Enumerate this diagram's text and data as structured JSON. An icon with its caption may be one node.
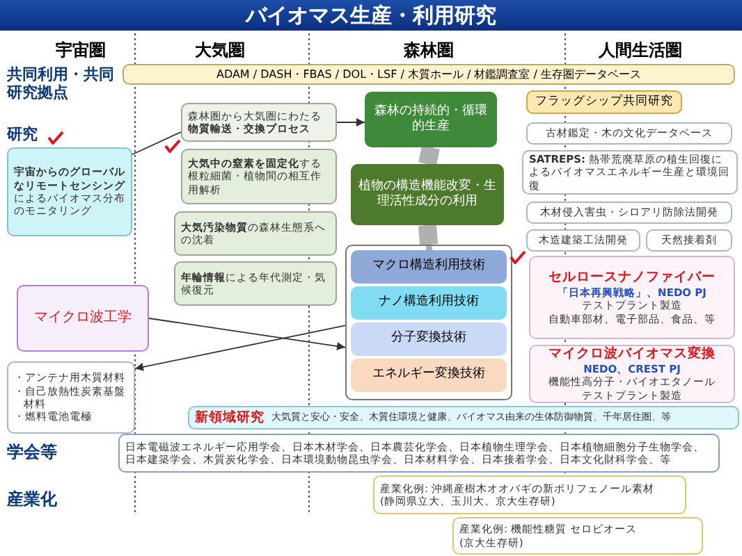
{
  "diagram": {
    "title": "バイオマス生産・利用研究",
    "nodes": [
      {
        "text": [
          "ADAM / DASH・FBAS / DOL・LSF / 木質ホール / 材鑑調査室 / 生存圏データベース"
        ]
      },
      {
        "text": [
          "フラッグシップ共同研究"
        ]
      },
      {
        "text": [
          "森林圏から大気圏にわたる**物質輸送・交換プロセス**"
        ]
      },
      {
        "text": [
          "森林の持続的・循環的生産"
        ]
      },
      {
        "text": [
          "**宇宙からのグローバルなリモートセンシング**によるバイオマス分布のモニタリング"
        ]
      },
      {
        "text": [
          "**大気中の窒素を固定化**する根粒細菌・植物間の相互作用解析"
        ]
      },
      {
        "text": [
          "植物の構造機能改変・生理活性成分の利用"
        ]
      },
      {
        "text": [
          "古材鑑定・木の文化データベース"
        ]
      },
      {
        "text": [
          "**SATREPS:** 熱帯荒廃草原の植生回復によるバイオマスエネルギー生産と環境回復"
        ]
      },
      {
        "text": [
          "木材侵入害虫・シロアリ防除法開発"
        ]
      },
      {
        "text": [
          "**大気汚染物質**の森林生態系への沈着"
        ]
      },
      {
        "text": [
          "木造建築工法開発"
        ]
      },
      {
        "text": [
          "天然接着剤"
        ]
      },
      {
        "text": [
          "**年輪情報**による年代測定・気候復元"
        ]
      },
      {
        "text": [],
        "shape": "box"
      },
      {
        "text": [
          "マクロ構造利用技術"
        ],
        "in": 14
      },
      {
        "text": [
          "ナノ構造利用技術"
        ],
        "in": 14
      },
      {
        "text": [
          "分子変換技術"
        ],
        "in": 14
      },
      {
        "text": [
          "エネルギー変換技術"
        ],
        "in": 14
      },
      {
        "text": [
          "マイクロ波工学"
        ]
      },
      {
        "text": [
          "セルロースナノファイバー",
          "「日本再興戦略」、NEDO PJ",
          "テストプラント製造",
          "自動車部材、電子部品、食品、等"
        ]
      },
      {
        "text": [
          "マイクロ波バイオマス変換",
          "NEDO、CREST PJ",
          "機能性高分子・バイオエタノール",
          "テストプラント製造"
        ]
      },
      {
        "text": [
          "・アンテナ用木質材料",
          "・自己放熱性炭素基盤材料",
          "・燃料電池電極"
        ]
      },
      {
        "text": [
          "新領域研究",
          "大気質と安心・安全、木質住環境と健康、バイオマス由来の生体防御物質、千年居住圏、等"
        ]
      },
      {
        "text": [
          "日本電磁波エネルギー応用学会、日本木材学会、日本農芸化学会、日本植物生理学会、日本植物細胞分子生物学会、日本建築学会、木質炭化学会、日本環境動物昆虫学会、日本材料学会、日本接着学会、日本文化財科学会、等"
        ]
      },
      {
        "text": [
          "産業化例: 沖縄産樹木オオバギの新ポリフェノール素材",
          "(静岡県立大、玉川大、京大生存研)"
        ]
      },
      {
        "text": [
          "産業化例: 機能性糖質 セロビオース",
          "(京大生存研)"
        ]
      }
    ],
    "edges": [
      {
        "from": 4,
        "to": 2,
        "arrow": "none"
      },
      {
        "from": 2,
        "to": 3,
        "arrow": "to"
      },
      {
        "from": 3,
        "to": 6,
        "arrow": "to",
        "style": "thick",
        "color": "#b0b0b0"
      },
      {
        "from": 6,
        "to": 14,
        "arrow": "both",
        "style": "thick",
        "color": "#b0b0b0"
      },
      {
        "from": 19,
        "to": 14,
        "arrow": "to"
      },
      {
        "from": 14,
        "to": 22,
        "arrow": "to"
      }
    ],
    "labels": [
      "宇宙圏",
      "大気圏",
      "森林圏",
      "人間生活圏",
      "共同利用・共同研究拠点",
      "研究",
      "学会等",
      "産業化"
    ]
  }
}
